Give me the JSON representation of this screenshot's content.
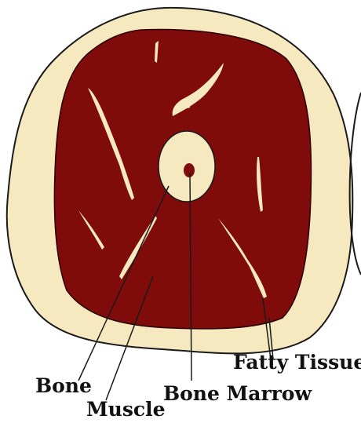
{
  "labels": {
    "bone": "Bone",
    "muscle": "Muscle",
    "bone_marrow": "Bone Marrow",
    "fatty_tissue": "Fatty Tissue"
  },
  "colors": {
    "fat": "#f6e9c0",
    "muscle": "#800b0b",
    "marrow": "#800b0b",
    "outline": "#1a1a1a"
  }
}
